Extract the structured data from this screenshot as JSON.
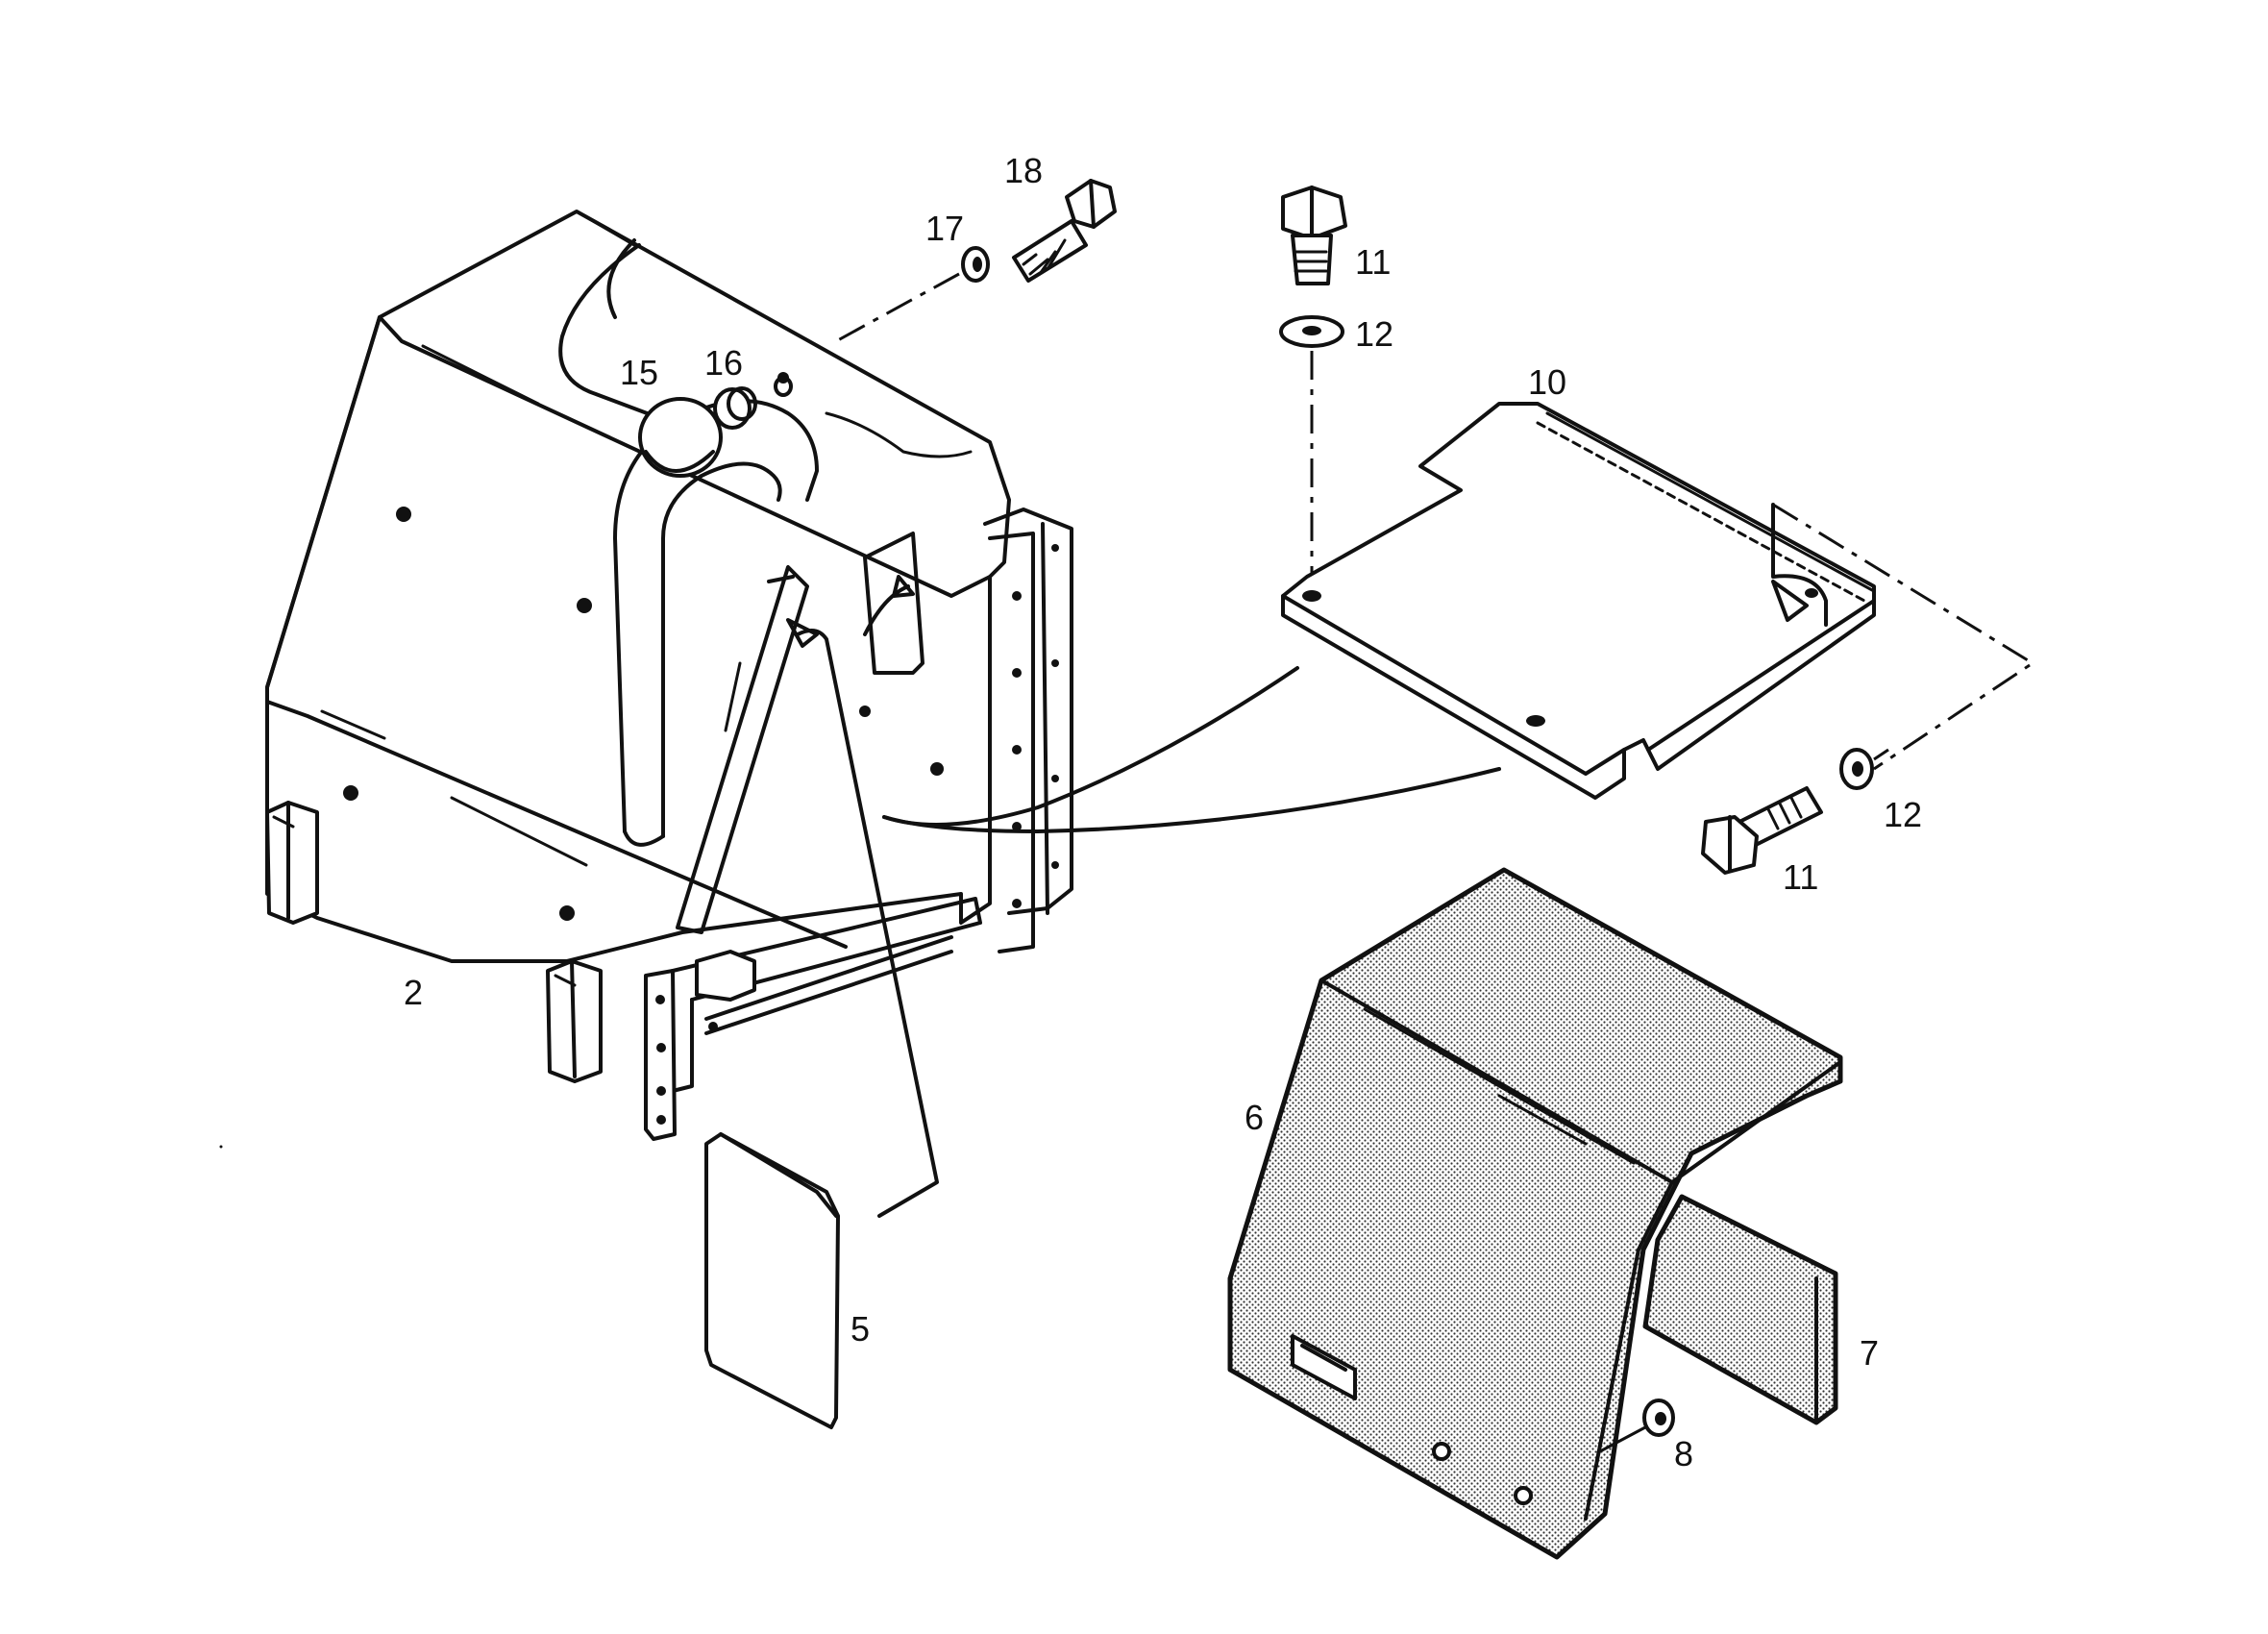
{
  "callouts": {
    "c2": "2",
    "c5": "5",
    "c6": "6",
    "c7": "7",
    "c8": "8",
    "c10": "10",
    "c11a": "11",
    "c11b": "11",
    "c12a": "12",
    "c12b": "12",
    "c15": "15",
    "c16": "16",
    "c17": "17",
    "c18": "18"
  }
}
